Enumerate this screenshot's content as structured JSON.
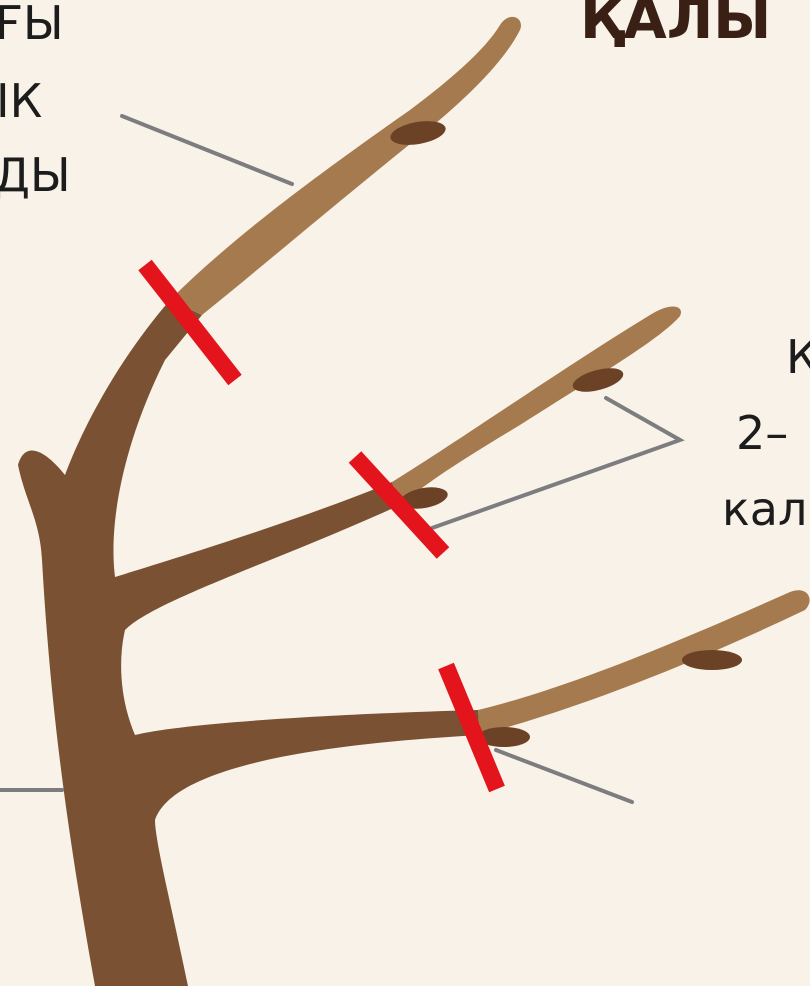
{
  "title": "ҚАЛЫ",
  "left_text": [
    "ҒЫ",
    "ІК",
    "ДЫ"
  ],
  "right_text": [
    "К",
    "2–",
    "кал"
  ],
  "colors": {
    "background": "#f8f2e8",
    "trunk": "#7a5233",
    "young_shoot": "#a57a4e",
    "bud": "#6b4226",
    "cut_mark": "#e3141c",
    "pointer_line": "#7d7d80",
    "title_text": "#3a1f14"
  }
}
